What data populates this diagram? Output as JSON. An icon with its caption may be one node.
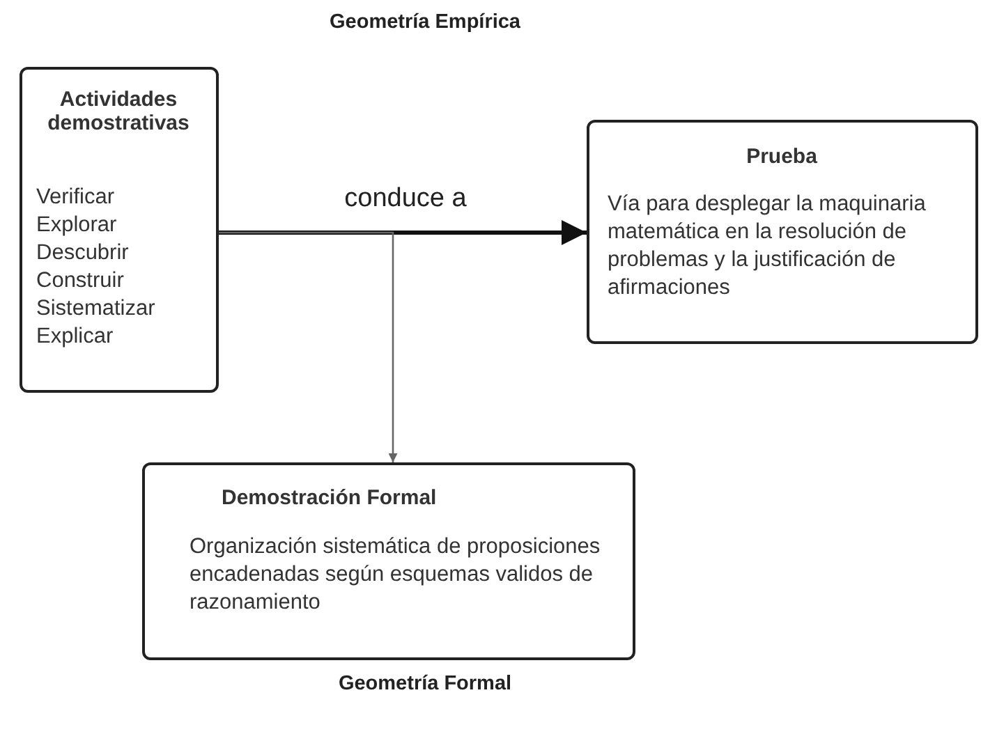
{
  "diagram": {
    "title": "Geometría Empírica",
    "nodes": [
      {
        "text": [
          "Actividades demostrativas",
          "Verificar Explorar Descubrir Construir Sistematizar Explicar"
        ]
      },
      {
        "text": [
          "Prueba",
          "Vía para desplegar la maquinaria matemática en la resolución de problemas y la justificación de afirmaciones"
        ]
      },
      {
        "text": [
          "Demostración Formal",
          "Organización sistemática de proposiciones encadenadas según esquemas validos de razonamiento"
        ]
      }
    ],
    "edges": [
      {
        "from": 0,
        "to": 1,
        "arrow": "to",
        "label": "conduce a",
        "style": "thick"
      },
      {
        "from": 0,
        "to": 2,
        "arrow": "to",
        "color": "#666666"
      }
    ],
    "labels": [
      "Geometría Formal"
    ]
  }
}
